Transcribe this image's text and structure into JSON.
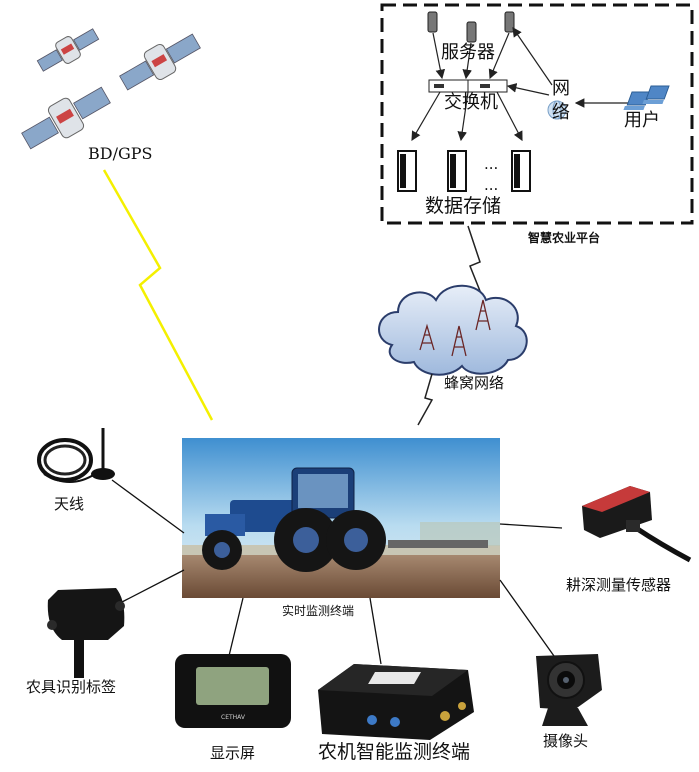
{
  "satellite": {
    "label": "BD/GPS"
  },
  "platform": {
    "title": "智慧农业平台",
    "server": "服务器",
    "switch": "交换机",
    "network": [
      "网",
      "络"
    ],
    "user": "用户",
    "storage": "数据存储",
    "ellipsis": "..."
  },
  "cellular": {
    "label": "蜂窝网络"
  },
  "terminal": {
    "caption": "实时监测终端"
  },
  "devices": {
    "antenna": "天线",
    "tag": "农具识别标签",
    "display": "显示屏",
    "monitor": "农机智能监测终端",
    "camera": "摄像头",
    "sensor": "耕深测量传感器",
    "brand": "CETHAV"
  },
  "colors": {
    "lightning_yellow": "#f4f000",
    "cloud_blue": "#b7cbe6",
    "platform_border": "#111111"
  }
}
